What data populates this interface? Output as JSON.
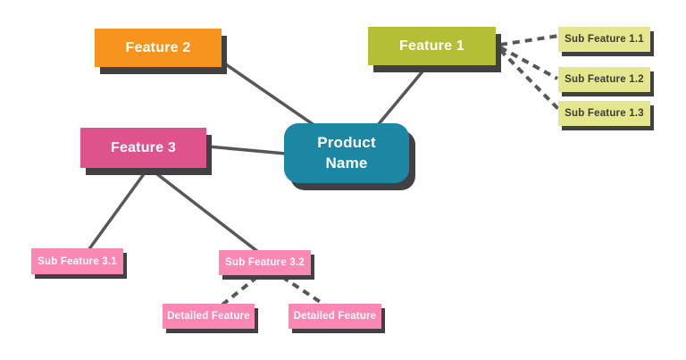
{
  "diagram": {
    "type": "mindmap",
    "background_color": "#ffffff",
    "connector_color": "#57575a",
    "shadow_color": "#414042",
    "nodes": {
      "product": {
        "label": "Product Name",
        "color": "#1c87a2",
        "text_color": "#ffffff",
        "role": "root"
      },
      "feature1": {
        "label": "Feature 1",
        "color": "#b5bf35",
        "text_color": "#ffffff",
        "role": "branch"
      },
      "feature2": {
        "label": "Feature 2",
        "color": "#f7941e",
        "text_color": "#ffffff",
        "role": "branch"
      },
      "feature3": {
        "label": "Feature 3",
        "color": "#df538c",
        "text_color": "#ffffff",
        "role": "branch"
      },
      "sub_1_1": {
        "label": "Sub Feature 1.1",
        "color": "#e4e78e",
        "text_color": "#3d3b38",
        "role": "sub-branch"
      },
      "sub_1_2": {
        "label": "Sub Feature 1.2",
        "color": "#e4e78e",
        "text_color": "#3d3b38",
        "role": "sub-branch"
      },
      "sub_1_3": {
        "label": "Sub Feature 1.3",
        "color": "#e4e78e",
        "text_color": "#3d3b38",
        "role": "sub-branch"
      },
      "sub_3_1": {
        "label": "Sub Feature 3.1",
        "color": "#fa88b3",
        "text_color": "#ffffff",
        "role": "sub-branch"
      },
      "sub_3_2": {
        "label": "Sub Feature 3.2",
        "color": "#fa88b3",
        "text_color": "#ffffff",
        "role": "sub-branch"
      },
      "detail_1": {
        "label": "Detailed Feature",
        "color": "#fa88b3",
        "text_color": "#ffffff",
        "role": "leaf"
      },
      "detail_2": {
        "label": "Detailed Feature",
        "color": "#fa88b3",
        "text_color": "#ffffff",
        "role": "leaf"
      }
    },
    "edges": [
      {
        "from": "feature2",
        "to": "product",
        "style": "solid"
      },
      {
        "from": "feature1",
        "to": "product",
        "style": "solid"
      },
      {
        "from": "feature3",
        "to": "product",
        "style": "solid"
      },
      {
        "from": "feature3",
        "to": "sub_3_1",
        "style": "solid"
      },
      {
        "from": "feature3",
        "to": "sub_3_2",
        "style": "solid"
      },
      {
        "from": "feature1",
        "to": "sub_1_1",
        "style": "dashed"
      },
      {
        "from": "feature1",
        "to": "sub_1_2",
        "style": "dashed"
      },
      {
        "from": "feature1",
        "to": "sub_1_3",
        "style": "dashed"
      },
      {
        "from": "sub_3_2",
        "to": "detail_1",
        "style": "dashed"
      },
      {
        "from": "sub_3_2",
        "to": "detail_2",
        "style": "dashed"
      }
    ]
  }
}
